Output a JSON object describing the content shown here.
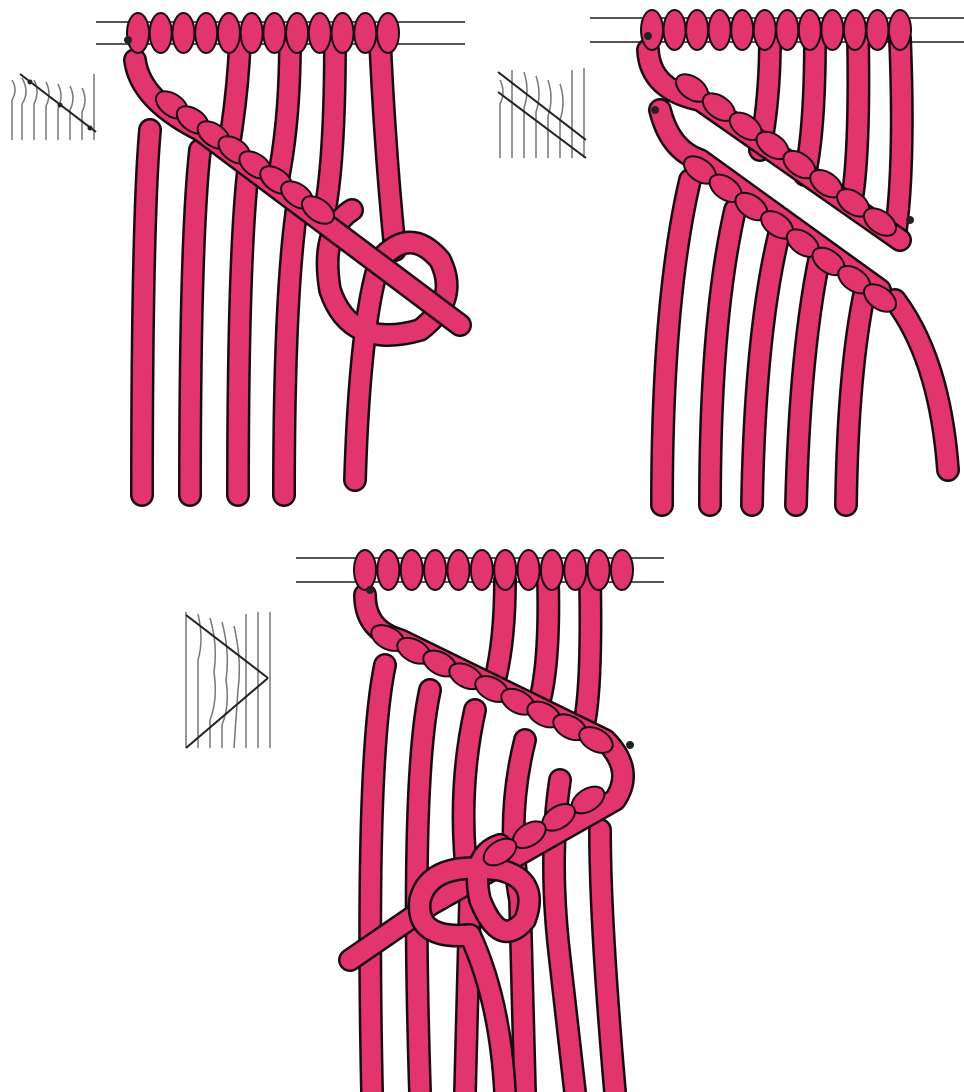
{
  "colors": {
    "background": "#ffffff",
    "cord": "#e2356e",
    "cord_outline": "#1a0a10",
    "highlight": "#f26a95",
    "rod": "#555555",
    "schematic_line": "#777777",
    "pin": "#222222"
  },
  "panels": [
    {
      "id": "panel-a",
      "description_icon": "diagonal-cording-start-schematic-icon",
      "cords": 10,
      "diagonal_rows": 1
    },
    {
      "id": "panel-b",
      "description_icon": "double-diagonal-cording-schematic-icon",
      "cords": 12,
      "diagonal_rows": 2
    },
    {
      "id": "panel-c",
      "description_icon": "diamond-cording-schematic-icon",
      "cords": 12,
      "diagonal_rows": 2
    }
  ]
}
